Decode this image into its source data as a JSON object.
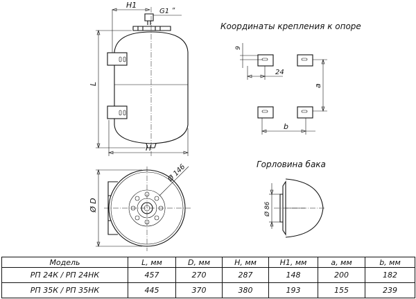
{
  "labels": {
    "h1": "H1",
    "g1": "G1 ʺ",
    "l": "L",
    "h": "H",
    "d": "Ø D",
    "d146": "Ø 146",
    "mount_title": "Координаты крепления к опоре",
    "dim9": "9",
    "dim24": "24",
    "dim_a": "a",
    "dim_b": "b",
    "neck_title": "Горловина бака",
    "d86": "Ø 86"
  },
  "table": {
    "headers": [
      "Модель",
      "L, мм",
      "D, мм",
      "H, мм",
      "H1, мм",
      "a, мм",
      "b, мм"
    ],
    "rows": [
      [
        "РП 24К / РП 24НК",
        "457",
        "270",
        "287",
        "148",
        "200",
        "182"
      ],
      [
        "РП 35К / РП 35НК",
        "445",
        "370",
        "380",
        "193",
        "155",
        "239"
      ]
    ]
  }
}
